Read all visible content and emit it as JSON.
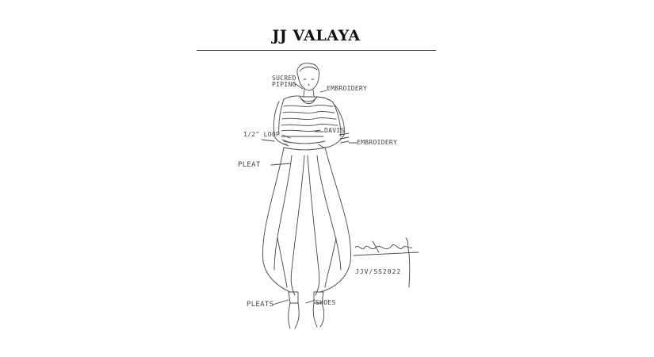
{
  "header": {
    "brand": "JJ VALAYA"
  },
  "annotations": {
    "piping": "SUCRED PIPING",
    "embroidery_top": "EMBROIDERY",
    "cuffs": "DAVIS",
    "embroidery_side": "EMBROIDERY",
    "loop": "1/2\" LOOP",
    "pleat": "PLEAT",
    "pleats_bottom": "PLEATS",
    "shoes": "SHOES"
  },
  "signature": {
    "code": "JJV/SS2022"
  },
  "colors": {
    "ink": "#333333",
    "rule": "#3a3a3a",
    "background": "#ffffff"
  }
}
